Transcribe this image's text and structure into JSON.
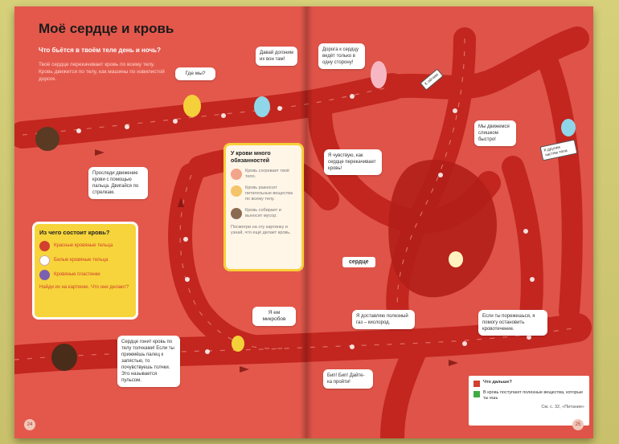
{
  "page": {
    "title": "Моё сердце и кровь",
    "subtitle": "Что бьётся в твоём теле день и ночь?",
    "intro": "Твоё сердце перекачивает кровь по всему телу. Кровь движется по телу, как машины по извилистой дороге.",
    "page_left": "24",
    "page_right": "25"
  },
  "bubbles": {
    "where_am_i": "Где мы?",
    "chase": "Давай догоним их вон там!",
    "one_way": "Дорога к сердцу ведёт только в одну сторону!",
    "follow": "Проследи движение крови с помощью пальца. Двигайся по стрелкам.",
    "i_feel": "Я чувствую, как сердце перекачивает кровь!",
    "fast": "Мы движемся слишком быстро!",
    "germ": "Я ем микробов",
    "oxygen": "Я доставляю полезный газ – кислород.",
    "heart_pump": "Сердце гонит кровь по телу толчками! Если ты прижмёшь палец к запястью, то почувствуешь толчки. Это называется пульсом.",
    "cut": "Если ты порежешься, я помогу остановить кровотечение.",
    "beep": "Бип! Бип! Дайте-ка пройти!"
  },
  "infobox": {
    "title": "У крови много обязанностей",
    "items": [
      "Кровь согревает твоё тело.",
      "Кровь разносит питательные вещества по всему телу.",
      "Кровь собирает и выносит мусор."
    ],
    "footer": "Посмотри на эту картинку и узнай, что ещё делает кровь."
  },
  "blood_box": {
    "title": "Из чего состоит кровь?",
    "items": [
      "Красные кровяные тельца",
      "Белые кровяные тельца",
      "Кровяные пластинки"
    ],
    "footer": "Найди их на картинке. Что они делают?"
  },
  "labels": {
    "heart": "сердце",
    "sign_lungs": "К лёгким",
    "sign_other": "К другим частям тела"
  },
  "legend": {
    "title": "Что дальше?",
    "row2": "В кровь поступают полезные вещества, которые ты ешь",
    "footer": "См. с. 32, «Питание»"
  },
  "colors": {
    "page": "#e4584c",
    "road": "#c8281f",
    "road_light": "#d93a2f",
    "yellow": "#f7d43b"
  }
}
